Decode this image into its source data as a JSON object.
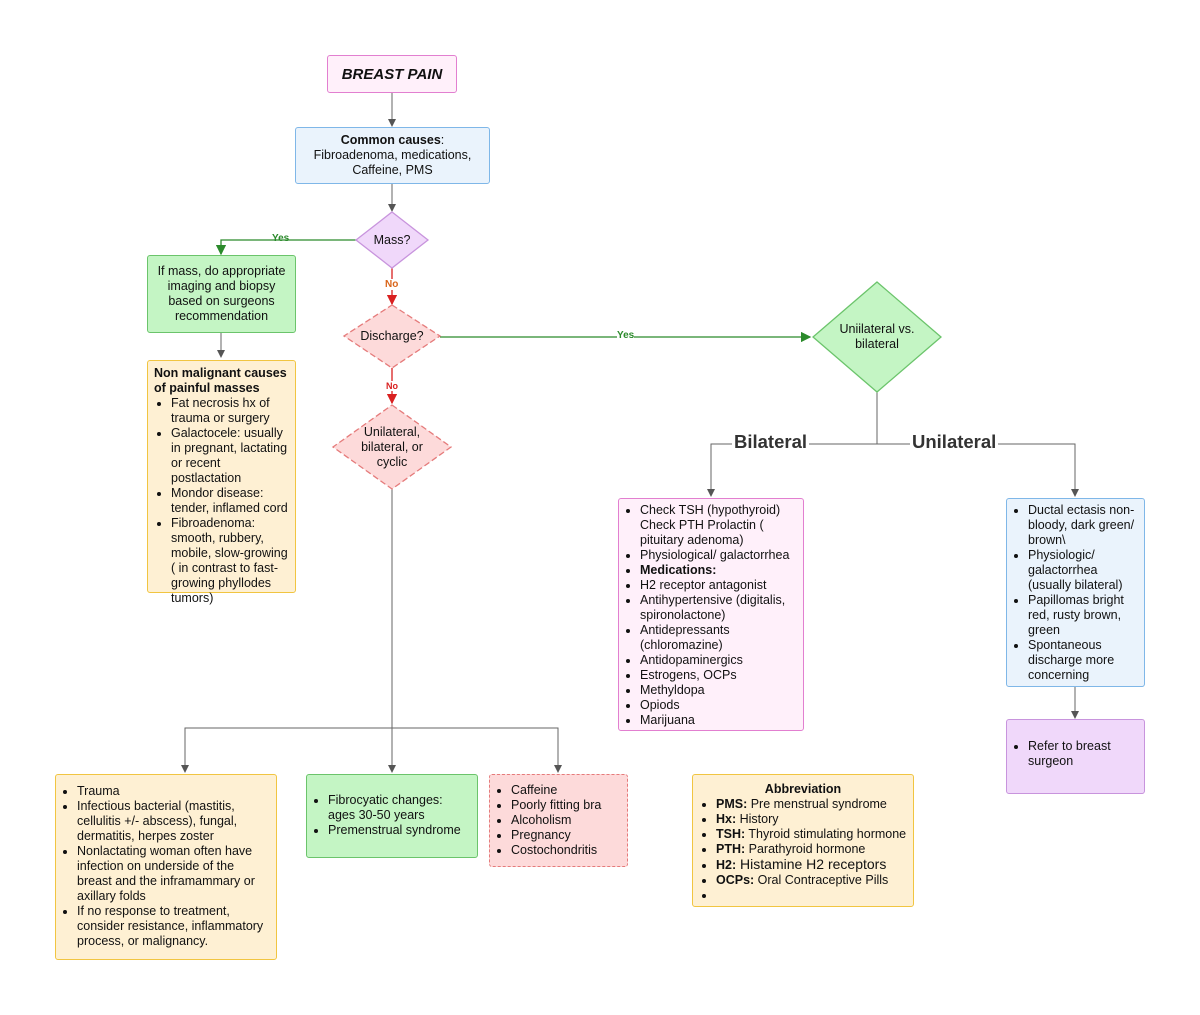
{
  "title": "BREAST PAIN",
  "common_causes": {
    "heading": "Common causes",
    "text": "Fibroadenoma, medications, Caffeine, PMS"
  },
  "mass_decision": "Mass?",
  "yes_label": "Yes",
  "no_label": "No",
  "mass_action": "If mass, do appropriate imaging and biopsy based on surgeons recommendation",
  "non_malignant": {
    "heading": "Non malignant causes of painful masses",
    "items": [
      "Fat necrosis hx of trauma or surgery",
      "Galactocele: usually in pregnant, lactating or recent postlactation",
      "Mondor disease: tender, inflamed cord",
      "Fibroadenoma: smooth, rubbery, mobile, slow-growing ( in contrast to fast-growing phyllodes tumors)"
    ]
  },
  "discharge_decision": "Discharge?",
  "yes_label2": "Yes",
  "no_label2": "No",
  "cyclic_decision": "Unilateral, bilateral, or cyclic",
  "unilateral_vs_bilateral": "Uniilateral  vs. bilateral",
  "bilateral_label": "Bilateral",
  "unilateral_label": "Unilateral",
  "bilateral_box": {
    "items": [
      "Check TSH  (hypothyroid) Check PTH Prolactin  ( pituitary adenoma)",
      "Physiological/ galactorrhea",
      "Medications:",
      "H2 receptor antagonist",
      "Antihypertensive  (digitalis, spironolactone)",
      "Antidepressants (chloromazine)",
      "Antidopaminergics",
      "Estrogens, OCPs",
      "Methyldopa",
      "Opiods",
      "Marijuana"
    ]
  },
  "unilateral_box": {
    "items": [
      "Ductal ectasis non-bloody, dark green/ brown\\",
      "Physiologic/ galactorrhea (usually bilateral)",
      "Papillomas bright red, rusty brown, green",
      "Spontaneous discharge more concerning"
    ]
  },
  "refer_box": {
    "items": [
      "Refer to breast surgeon"
    ]
  },
  "infectious_box": {
    "items": [
      "Trauma",
      "Infectious bacterial (mastitis, cellulitis +/- abscess), fungal, dermatitis, herpes zoster",
      "Nonlactating woman often have infection on underside of the breast and the inframammary or axillary folds",
      "If no response to treatment, consider resistance, inflammatory process, or malignancy."
    ]
  },
  "fibrocystic_box": {
    "items": [
      "Fibrocyatic changes: ages  30-50  years",
      "Premenstrual syndrome"
    ]
  },
  "caffeine_box": {
    "items": [
      "Caffeine",
      "Poorly fitting bra",
      "Alcoholism",
      "Pregnancy",
      "Costochondritis"
    ]
  },
  "abbreviation": {
    "heading": "Abbreviation",
    "items": [
      {
        "abbr": "PMS:",
        "text": " Pre menstrual syndrome"
      },
      {
        "abbr": "Hx:",
        "text": " History"
      },
      {
        "abbr": "TSH:",
        "text": " Thyroid stimulating hormone"
      },
      {
        "abbr": "PTH:",
        "text": " Parathyroid hormone"
      },
      {
        "abbr": "H2:",
        "text": " Histamine H2 receptors"
      },
      {
        "abbr": "OCPs:",
        "text": " Oral Contraceptive Pills"
      },
      {
        "abbr": "",
        "text": ""
      }
    ]
  },
  "colors": {
    "yes_line": "#2b8a2b",
    "no_line": "#d92020",
    "connector": "#666666"
  }
}
